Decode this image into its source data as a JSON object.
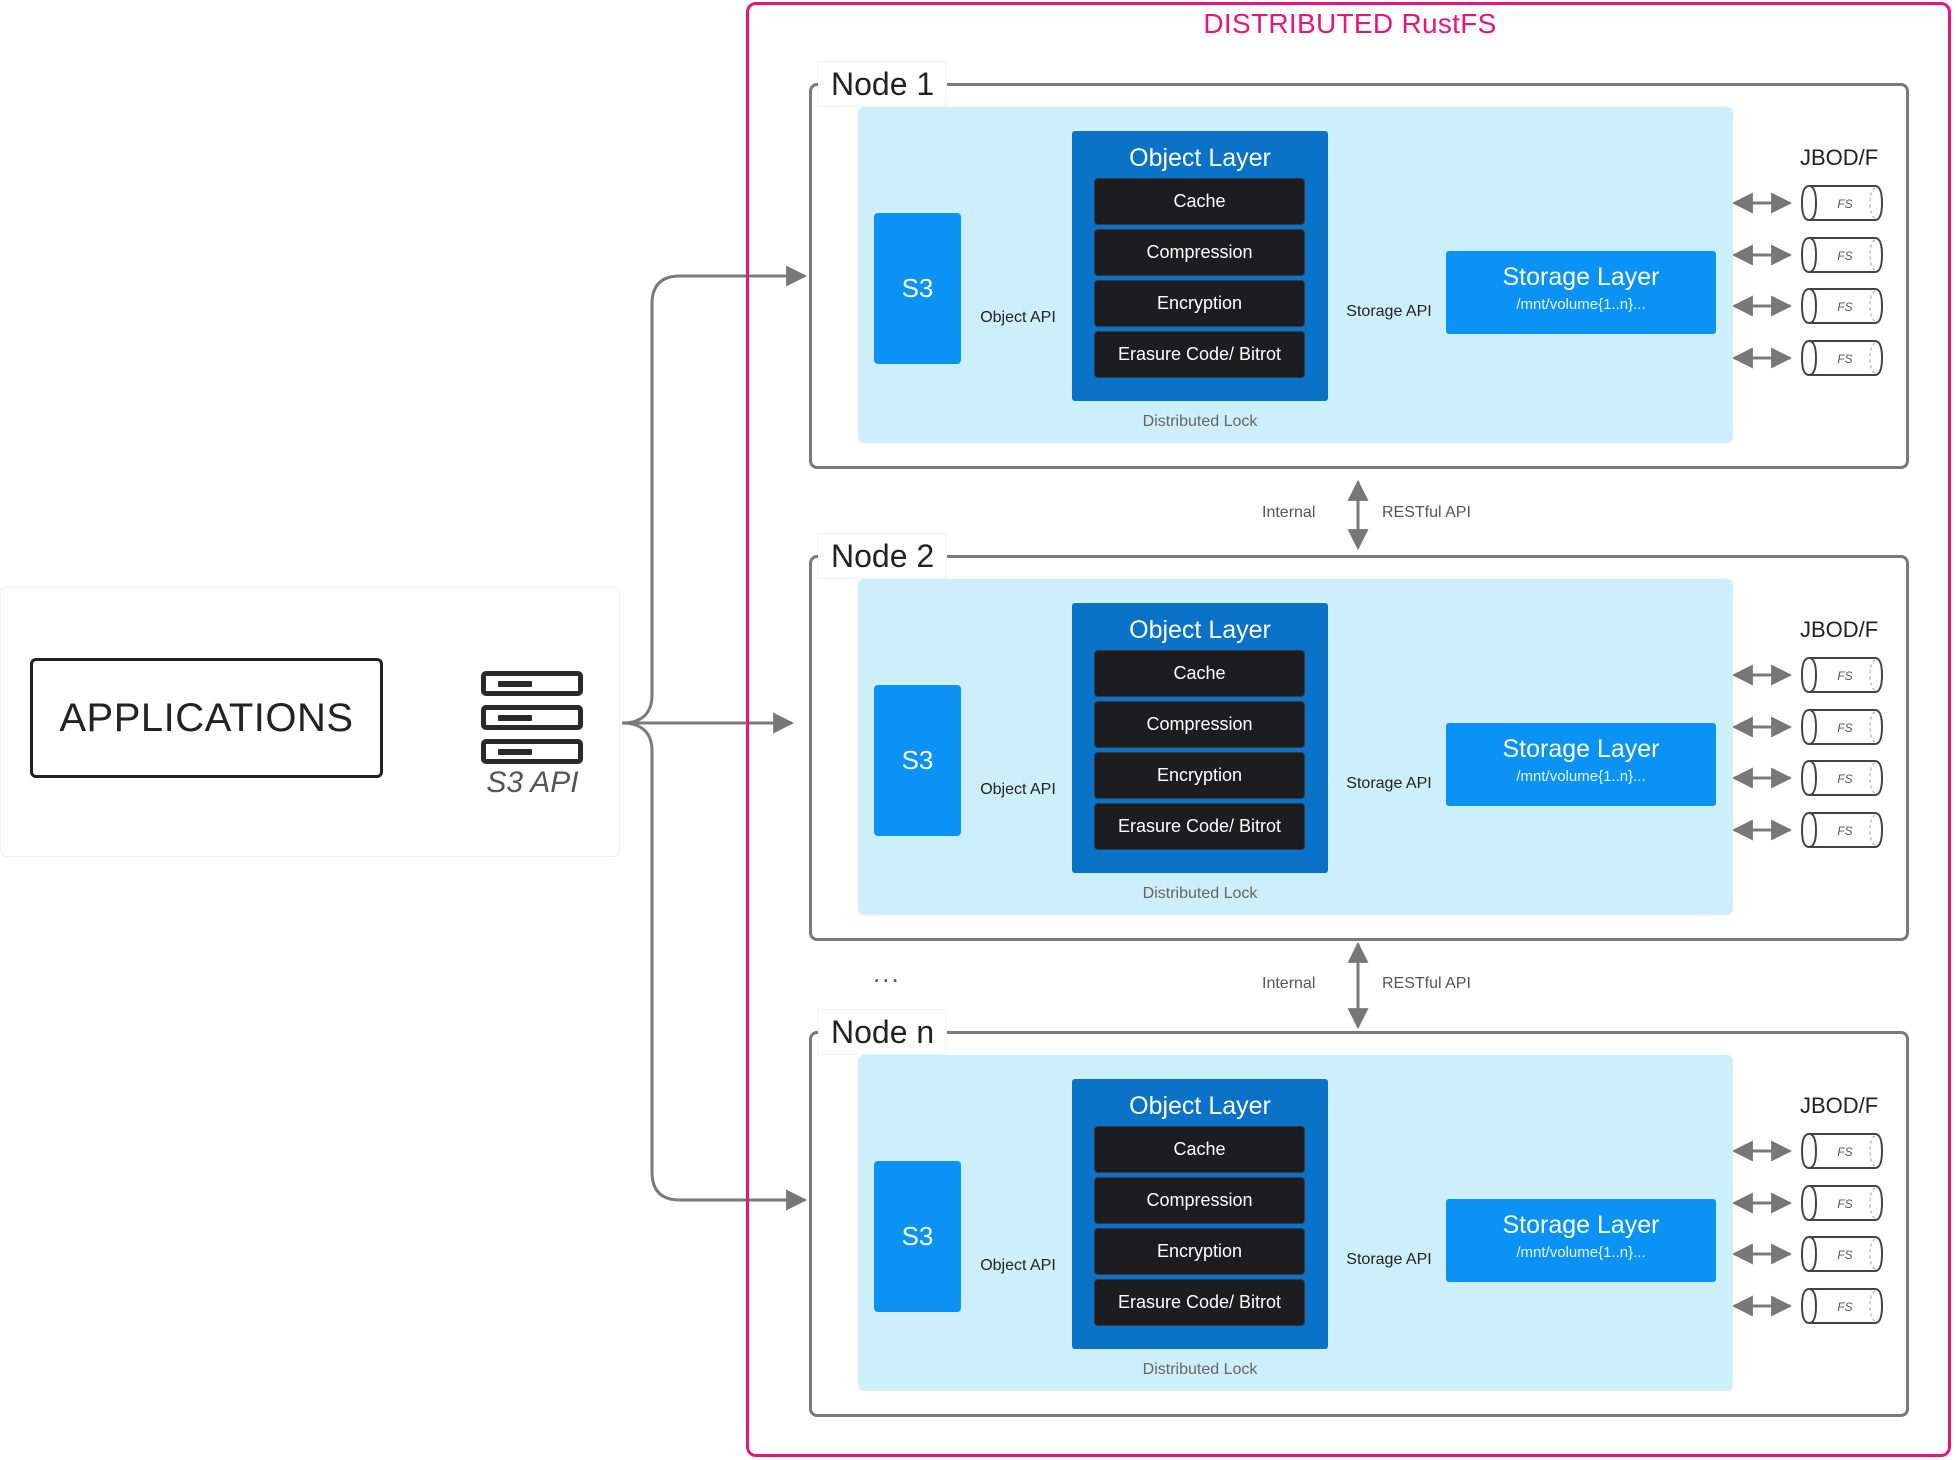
{
  "diagram": {
    "title": "DISTRIBUTED RustFS",
    "applications_label": "APPLICATIONS",
    "s3_api_label": "S3 API",
    "ellipsis": "...",
    "interconnect": {
      "left_label": "Internal",
      "right_label": "RESTful API"
    },
    "node_common": {
      "s3_label": "S3",
      "object_api_label": "Object API",
      "object_layer_title": "Object Layer",
      "object_layer_items": [
        "Cache",
        "Compression",
        "Encryption",
        "Erasure Code/ Bitrot"
      ],
      "storage_api_label": "Storage API",
      "storage_layer_title": "Storage Layer",
      "storage_layer_path": "/mnt/volume{1..n}...",
      "distributed_lock_label": "Distributed Lock",
      "jbod_label": "JBOD/F",
      "disk_label": "FS"
    },
    "nodes": [
      {
        "name": "Node 1"
      },
      {
        "name": "Node 2"
      },
      {
        "name": "Node n"
      }
    ],
    "colors": {
      "accent_pink": "#e4157d",
      "light_blue": "#cdeffb",
      "s3_blue": "#0a93f4",
      "object_layer_blue": "#0a72c7",
      "dark_item": "#1d1d1f"
    }
  }
}
